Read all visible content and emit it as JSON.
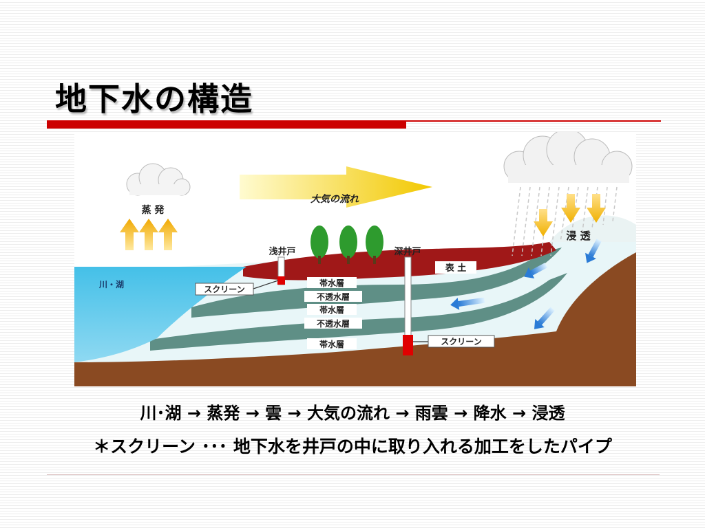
{
  "title": "地下水の構造",
  "diagram": {
    "evaporation": "蒸 発",
    "atmosphere_flow": "大気の流れ",
    "infiltration": "浸 透",
    "river_lake": "川・湖",
    "shallow_well": "浅井戸",
    "deep_well": "深井戸",
    "topsoil": "表 土",
    "screen_shallow": "スクリーン",
    "screen_deep": "スクリーン",
    "aquifer_1": "帯水層",
    "aquitard_1": "不透水層",
    "aquifer_2": "帯水層",
    "aquitard_2": "不透水層",
    "aquifer_3": "帯水層"
  },
  "caption": {
    "cycle": "川･湖 → 蒸発 → 雲 → 大気の流れ → 雨雲 → 降水 → 浸透",
    "note": "＊スクリーン ･･･ 地下水を井戸の中に取り入れる加工をしたパイプ"
  },
  "colors": {
    "accent": "#cc0000",
    "topsoil": "#a01818",
    "aquitard": "#5f8f86",
    "aquifer": "#e8f6f8",
    "bedrock": "#8a4a22",
    "lake": "#39b6df"
  }
}
